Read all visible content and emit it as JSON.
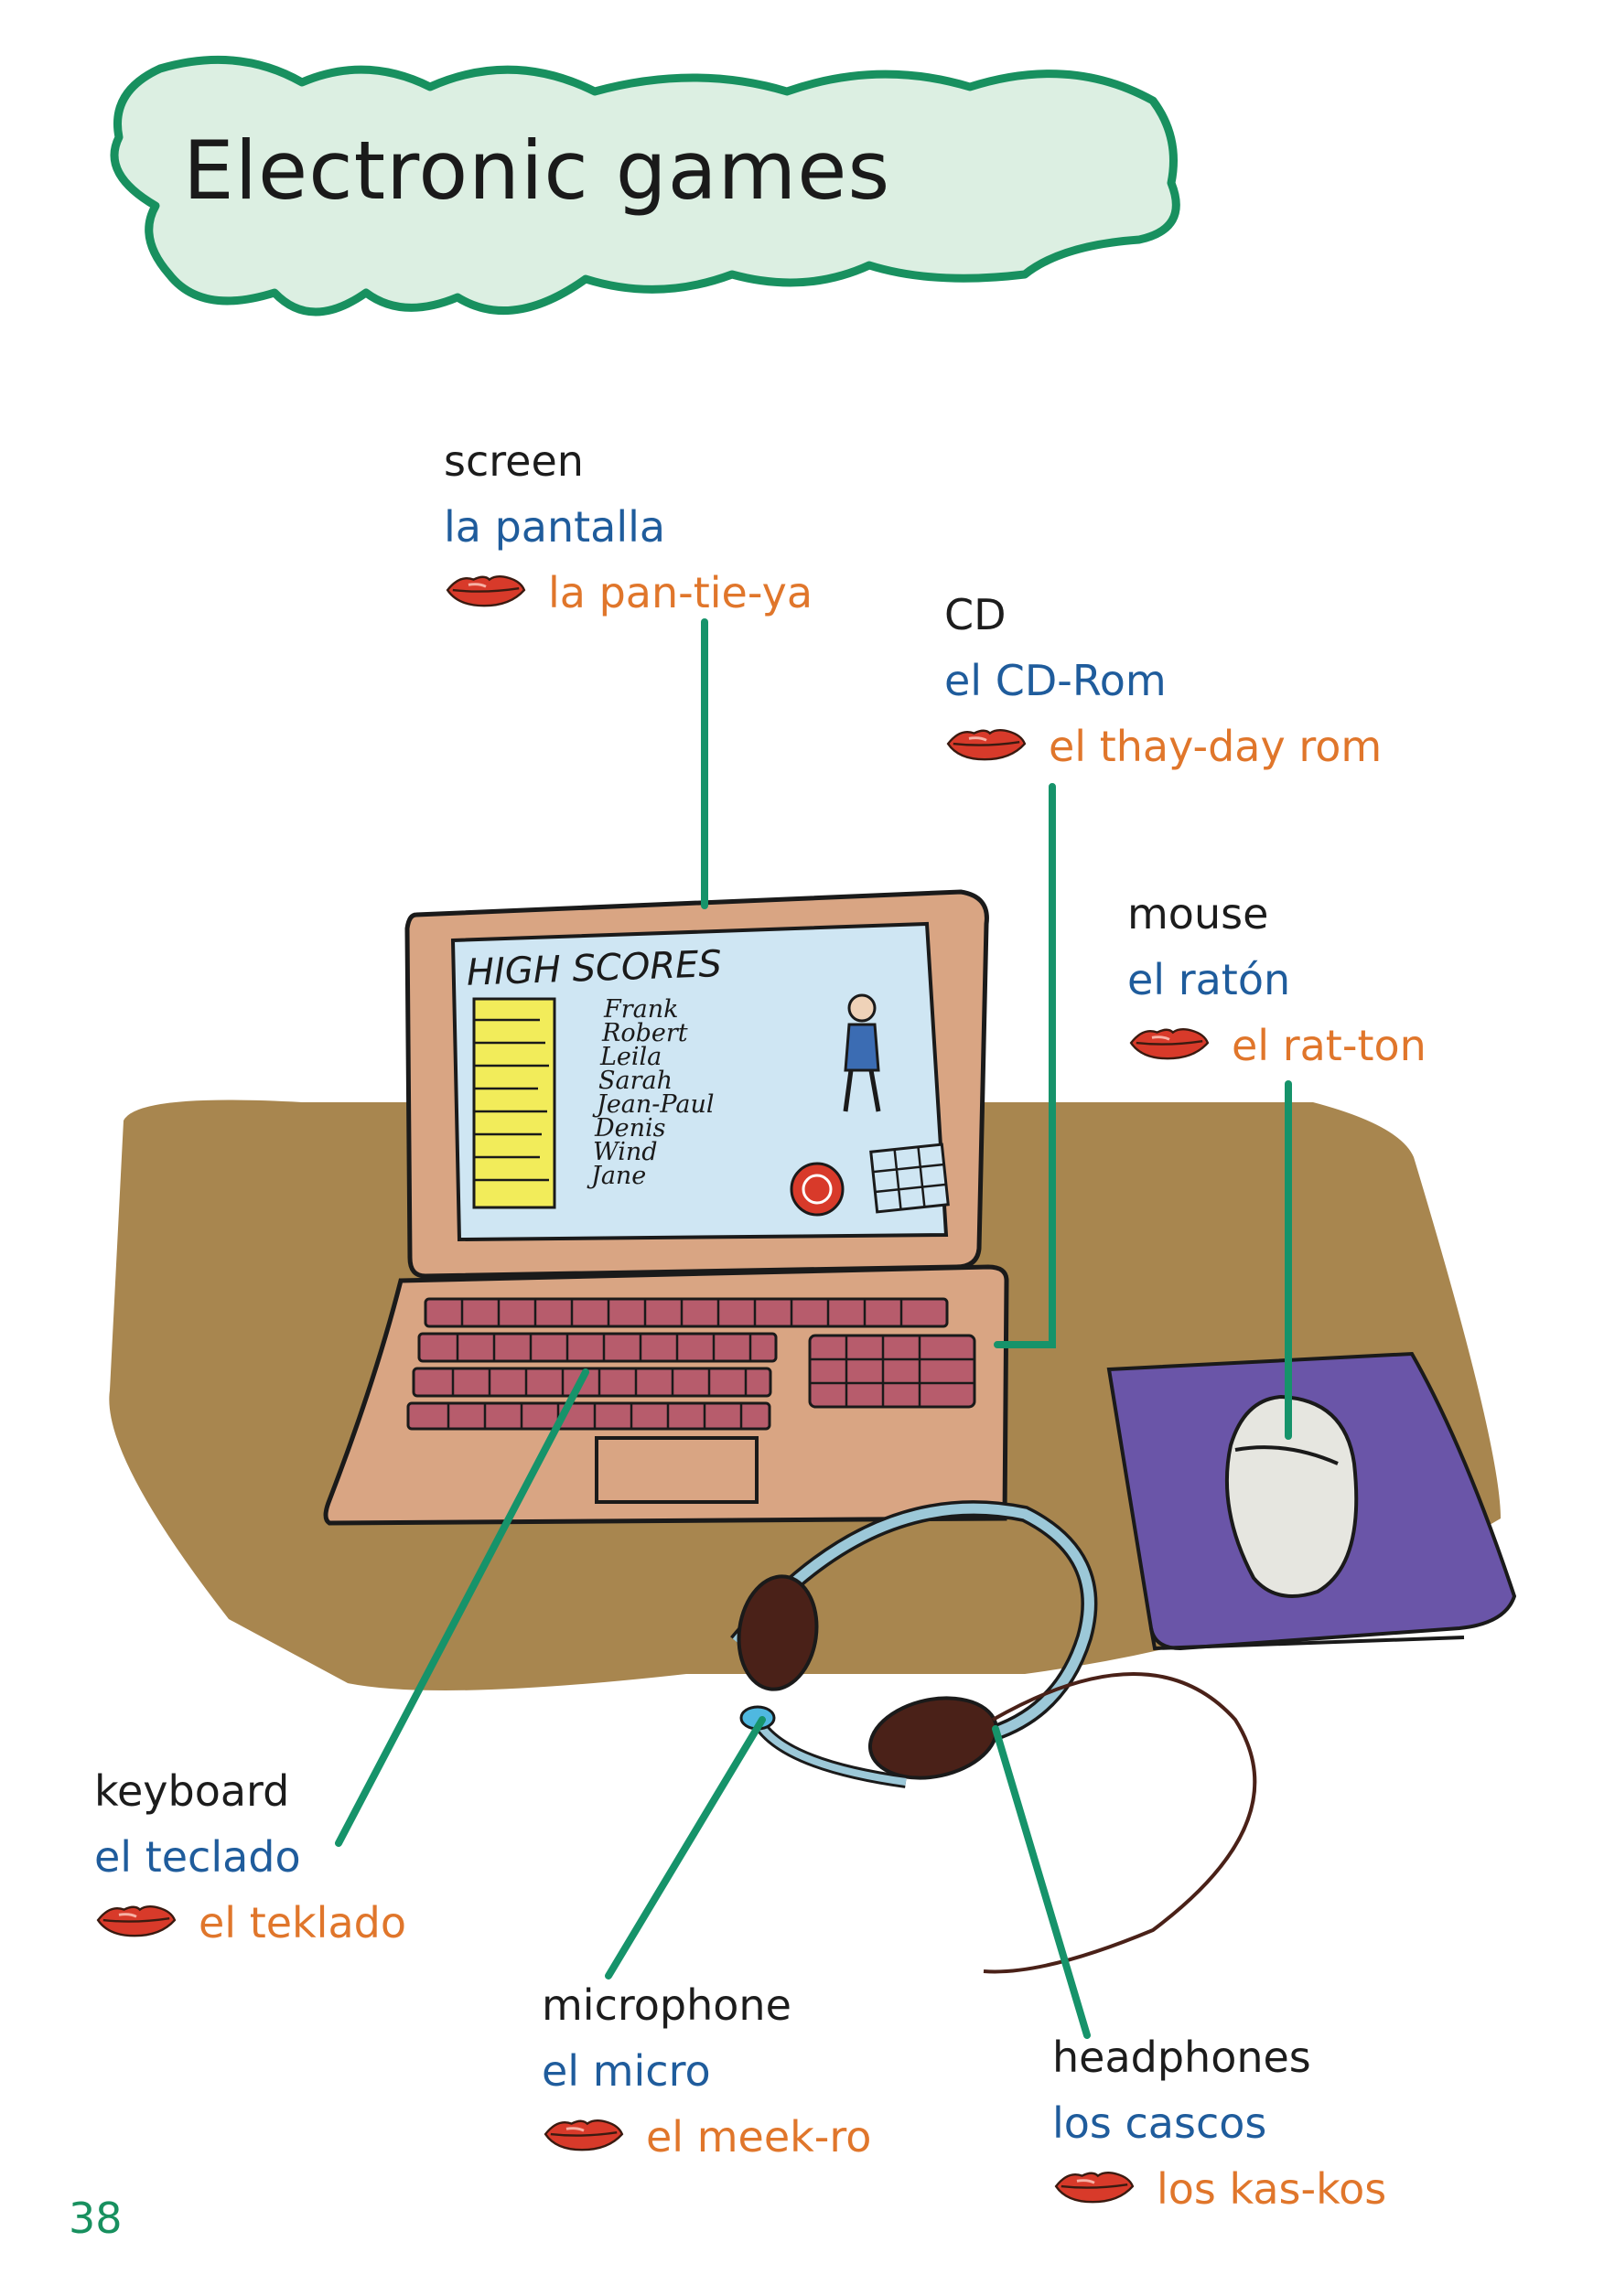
{
  "title": "Electronic games",
  "page_number": "38",
  "labels": {
    "screen": {
      "english": "screen",
      "spanish": "la pantalla",
      "pronunciation": "la pan-tie-ya"
    },
    "cd": {
      "english": "CD",
      "spanish": "el CD-Rom",
      "pronunciation": "el thay-day rom"
    },
    "mouse": {
      "english": "mouse",
      "spanish": "el ratón",
      "pronunciation": "el rat-ton"
    },
    "keyboard": {
      "english": "keyboard",
      "spanish": "el teclado",
      "pronunciation": "el teklado"
    },
    "microphone": {
      "english": "microphone",
      "spanish": "el micro",
      "pronunciation": "el meek-ro"
    },
    "headphones": {
      "english": "headphones",
      "spanish": "los cascos",
      "pronunciation": "los kas-kos"
    }
  },
  "laptop_screen": {
    "heading": "HIGH SCORES",
    "names": [
      "Frank",
      "Robert",
      "Leila",
      "Sarah",
      "Jean-Paul",
      "Denis",
      "Wind",
      "Jane"
    ]
  },
  "colors": {
    "title_cloud_fill": "#dcefe2",
    "title_cloud_border": "#18905f",
    "pointer_lines": "#16936a",
    "english_text": "#1c1c1c",
    "spanish_text": "#1f5c9c",
    "pronunciation_text": "#e0762b",
    "table": "#a8864f",
    "laptop": "#d9a583",
    "laptop_screen": "#cfe6f3",
    "mouse_pad": "#6a55a8",
    "lips": "#d83a2a"
  }
}
